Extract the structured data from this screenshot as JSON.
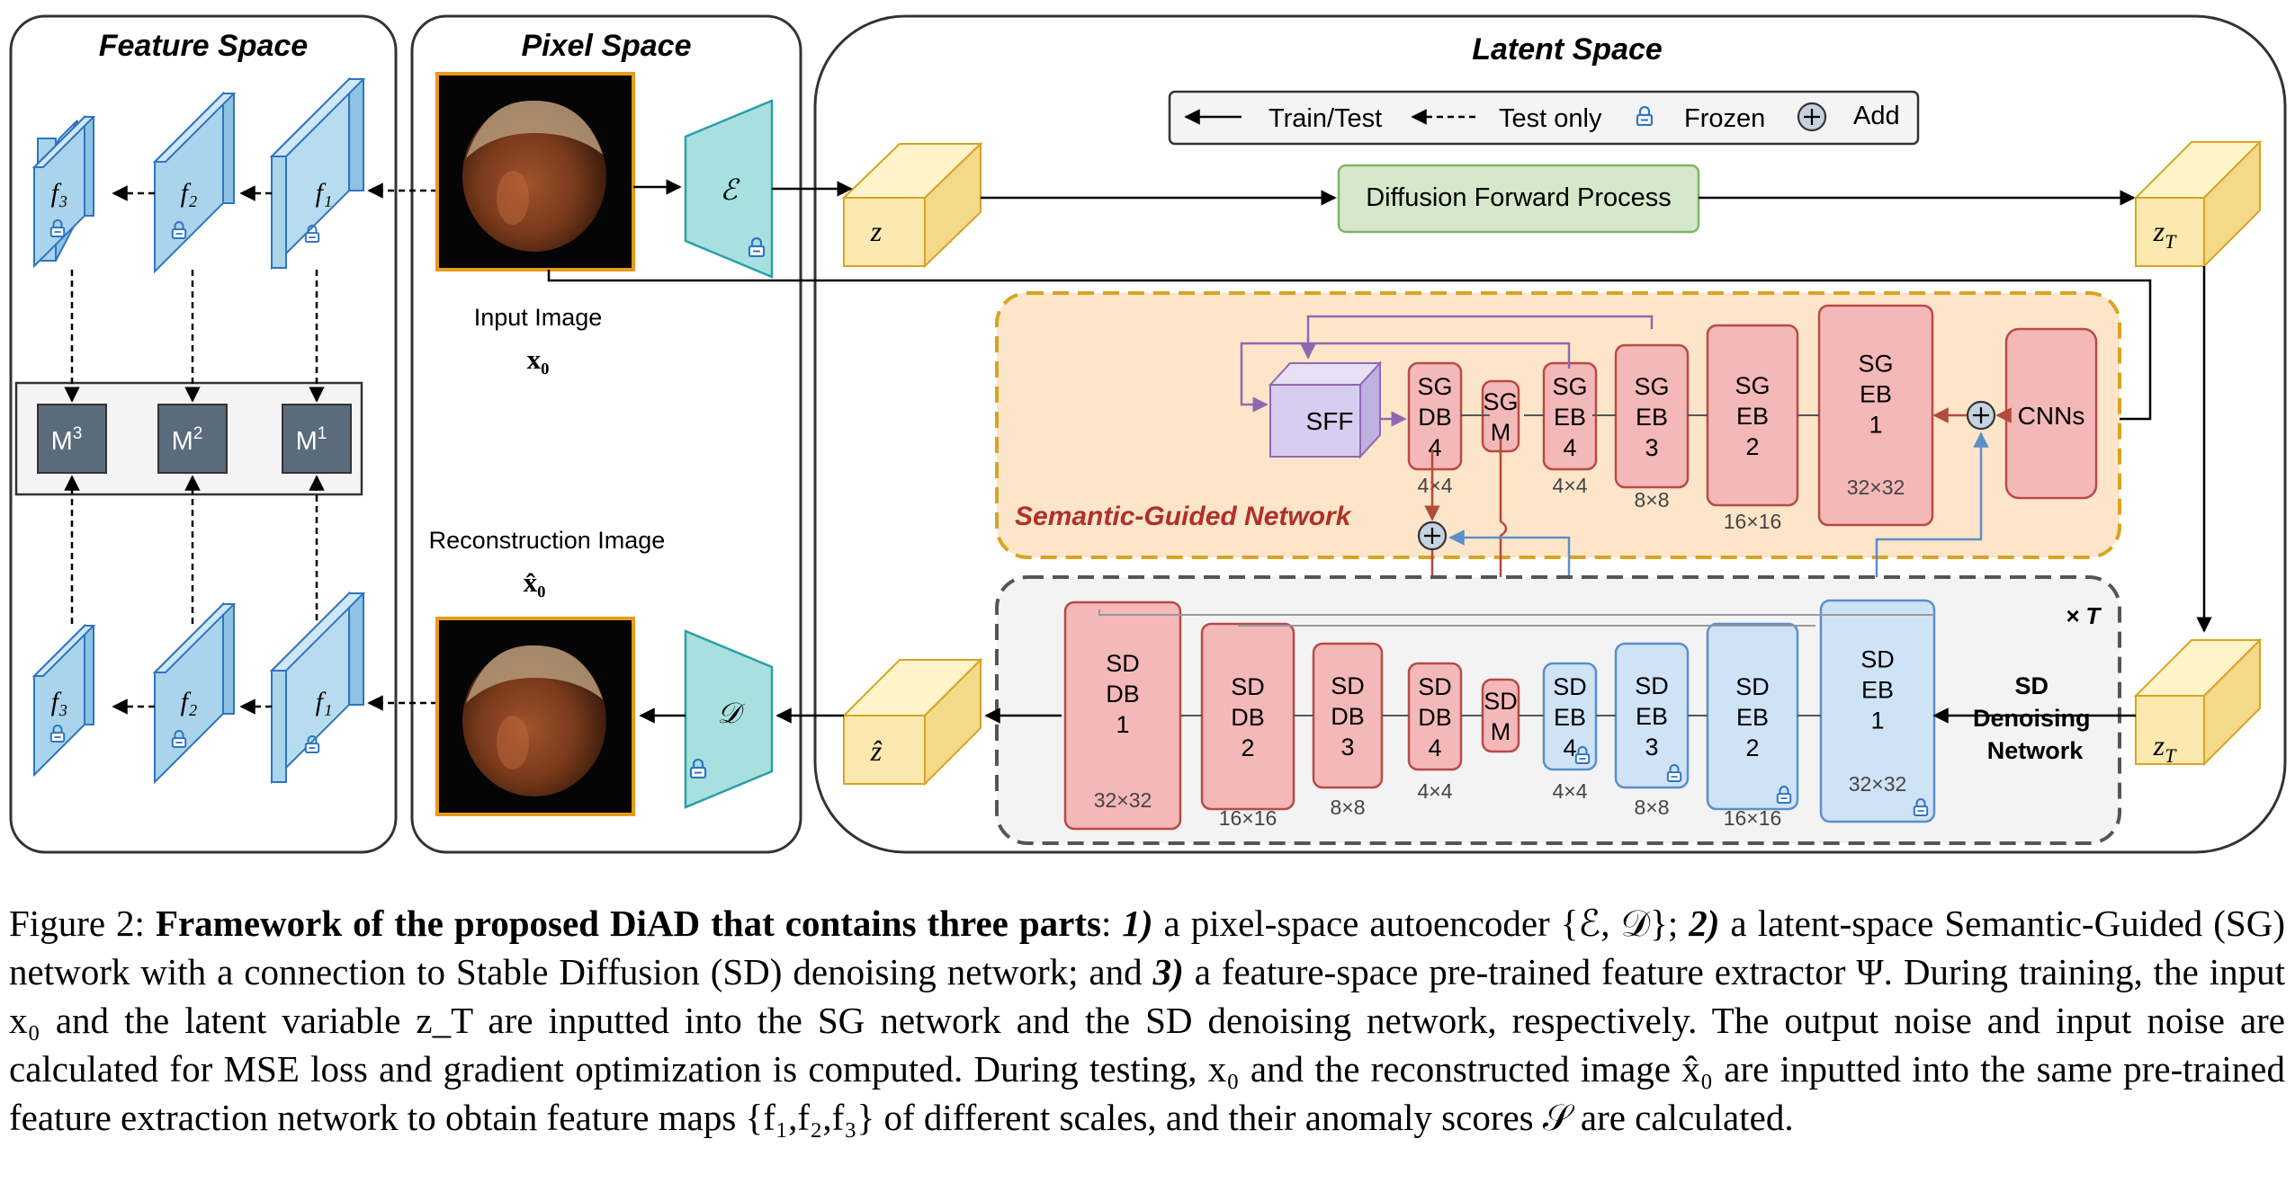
{
  "panels": {
    "feature_space": "Feature Space",
    "pixel_space": "Pixel Space",
    "latent_space": "Latent Space"
  },
  "legend": {
    "train_test": "Train/Test",
    "test_only": "Test only",
    "frozen": "Frozen",
    "add": "Add"
  },
  "pixel": {
    "input_label": "Input Image",
    "input_symbol": "x₀",
    "recon_label": "Reconstruction Image",
    "recon_symbol": "x̂₀",
    "encoder": "ℰ",
    "decoder": "𝒟"
  },
  "feature": {
    "top_maps": [
      "f₃",
      "f₂",
      "f₁"
    ],
    "bottom_maps": [
      "f₃",
      "f₂",
      "f₁"
    ],
    "memory": [
      {
        "base": "M",
        "sup": "3"
      },
      {
        "base": "M",
        "sup": "2"
      },
      {
        "base": "M",
        "sup": "1"
      }
    ]
  },
  "latent": {
    "z": "z",
    "z_hat": "ẑ",
    "z_t_top": "z",
    "z_t_bottom": "z",
    "z_t_sub": "T",
    "diffusion": "Diffusion Forward Process",
    "cnns": "CNNs",
    "sff": "SFF",
    "sg_network_label": "Semantic-Guided Network",
    "sd_network_label": [
      "SD",
      "Denoising",
      "Network"
    ],
    "times_t": "× T"
  },
  "sg_blocks": [
    {
      "lines": [
        "SG",
        "DB",
        "4"
      ],
      "size": "4×4"
    },
    {
      "lines": [
        "SG",
        "M"
      ],
      "size": ""
    },
    {
      "lines": [
        "SG",
        "EB",
        "4"
      ],
      "size": "4×4"
    },
    {
      "lines": [
        "SG",
        "EB",
        "3"
      ],
      "size": "8×8"
    },
    {
      "lines": [
        "SG",
        "EB",
        "2"
      ],
      "size": "16×16"
    },
    {
      "lines": [
        "SG",
        "EB",
        "1"
      ],
      "size": "32×32"
    }
  ],
  "sd_blocks": [
    {
      "lines": [
        "SD",
        "DB",
        "1"
      ],
      "size": "32×32"
    },
    {
      "lines": [
        "SD",
        "DB",
        "2"
      ],
      "size": "16×16"
    },
    {
      "lines": [
        "SD",
        "DB",
        "3"
      ],
      "size": "8×8"
    },
    {
      "lines": [
        "SD",
        "DB",
        "4"
      ],
      "size": "4×4"
    },
    {
      "lines": [
        "SD",
        "M"
      ],
      "size": ""
    },
    {
      "lines": [
        "SD",
        "EB",
        "4"
      ],
      "size": "4×4"
    },
    {
      "lines": [
        "SD",
        "EB",
        "3"
      ],
      "size": "8×8"
    },
    {
      "lines": [
        "SD",
        "EB",
        "2"
      ],
      "size": "16×16"
    },
    {
      "lines": [
        "SD",
        "EB",
        "1"
      ],
      "size": "32×32"
    }
  ],
  "caption": {
    "prefix": "Figure 2: ",
    "title": "Framework of the proposed DiAD that contains three parts",
    "p1": ": ",
    "n1": "1)",
    "p2": " a pixel-space autoencoder {ℰ, 𝒟}; ",
    "n2": "2)",
    "p3": " a latent-space Semantic-Guided (SG) network with a connection to Stable Diffusion (SD) denoising network; and ",
    "n3": "3)",
    "p4": " a feature-space pre-trained feature extractor Ψ. During training, the input x₀ and the latent variable z_T are inputted into the SG network and the SD denoising network, respectively. The output noise and input noise are calculated for MSE loss and gradient optimization is computed. During testing, x₀ and the reconstructed image x̂₀ are inputted into the same pre-trained feature extraction network to obtain feature maps {f₁,f₂,f₃} of different scales, and their anomaly scores 𝒮 are calculated."
  },
  "colors": {
    "feature_map": "#a9d4ec",
    "memory": "#5a6b7c",
    "encoder": "#a8e0e0",
    "latent_cube": "#fbe9b0",
    "diffusion": "#d5e8c9",
    "sg_bg": "#fde5c9",
    "sg_border": "#d9a323",
    "sg_block": "#f4b8b8",
    "sd_block_blue": "#cfe3f7",
    "sff": "#d7cdf0",
    "sg_label": "#b0302a"
  }
}
